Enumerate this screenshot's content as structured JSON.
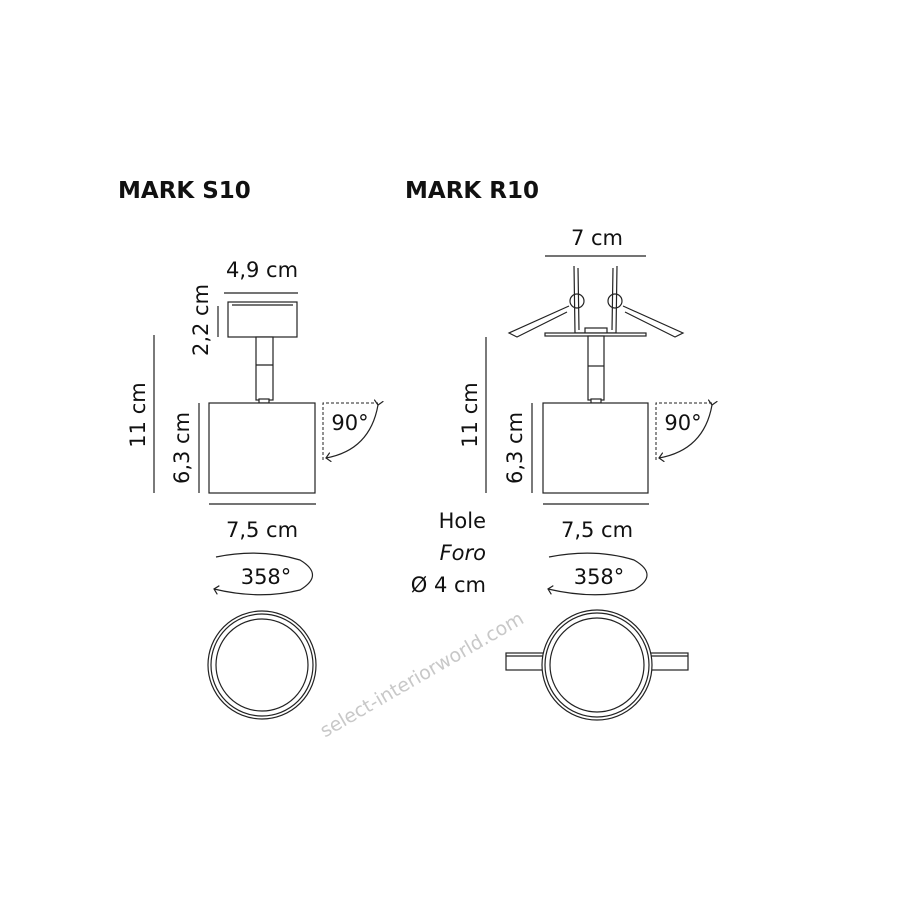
{
  "products": [
    {
      "title": "MARK S10",
      "width_top": "4,9 cm",
      "height_canopy": "2,2 cm",
      "height_total": "11 cm",
      "height_head": "6,3 cm",
      "width_head": "7,5 cm",
      "tilt": "90°",
      "rotation": "358°"
    },
    {
      "title": "MARK R10",
      "width_top": "7 cm",
      "height_total": "11 cm",
      "height_head": "6,3 cm",
      "width_head": "7,5 cm",
      "tilt": "90°",
      "rotation": "358°"
    }
  ],
  "hole": {
    "label_en": "Hole",
    "label_it": "Foro",
    "diameter": "Ø 4 cm"
  },
  "watermark": "select-interiorworld.com"
}
